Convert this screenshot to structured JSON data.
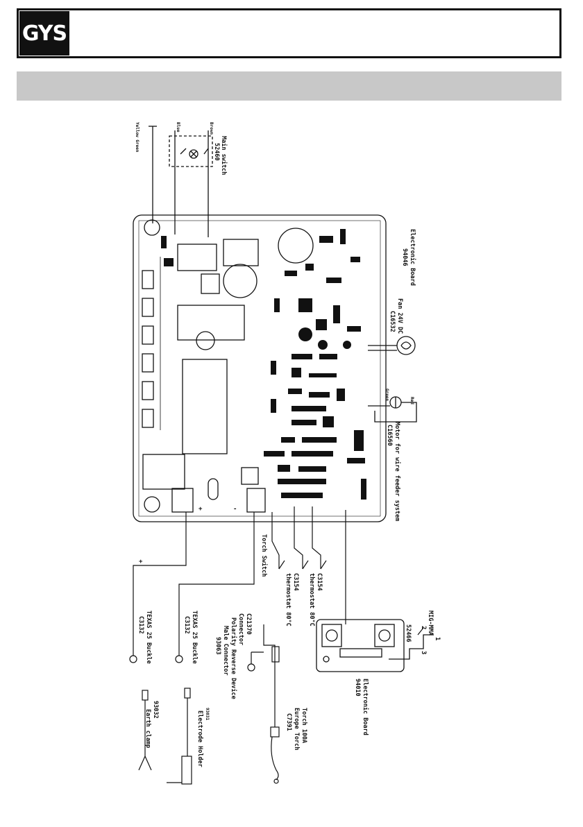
{
  "header": {
    "logo_text": "GYS"
  },
  "labels": {
    "yellow_green": "Yellow Green",
    "blue": "Blue",
    "brown": "Brown",
    "main_switch": "Main switch",
    "main_switch_ref": "52460",
    "electronic_board": "Electronic Board",
    "electronic_board_ref": "94046",
    "fan": "Fan 24V DC",
    "fan_ref": "C16532",
    "motor": "Motor for wire feeder system",
    "motor_ref": "C16560",
    "motor_red": "Red",
    "motor_green": "Green",
    "torch_switch": "Torch Switch",
    "thermo1_ref": "C3154",
    "thermo1": "thermostat 80°C",
    "thermo2_ref": "C3154",
    "thermo2": "thermostat 80°C",
    "connector": "Connector",
    "connector_ref": "C21370",
    "polarity_1": "Polarity Reverse Device",
    "polarity_2": "Male Connector",
    "polarity_ref": "93063",
    "torch_1": "Torch 100A",
    "torch_2": "Europe Torch",
    "torch_ref": "C7391",
    "buckle1": "TEXAS 25 Buckle",
    "buckle1_ref": "C3132",
    "buckle2": "TEXAS 25 Buckle",
    "buckle2_ref": "C3132",
    "earth_clamp": "Earth clamp",
    "earth_clamp_ref": "93032",
    "electrode_holder": "Electrode Holder",
    "electrode_holder_ref": "93031",
    "board2": "Electronic Board",
    "board2_ref": "94010",
    "migmma": "MIG-MMA",
    "migmma_ref": "52466",
    "pin1": "1",
    "pin2": "2",
    "pin3": "3",
    "plus": "+",
    "minus": "-"
  }
}
